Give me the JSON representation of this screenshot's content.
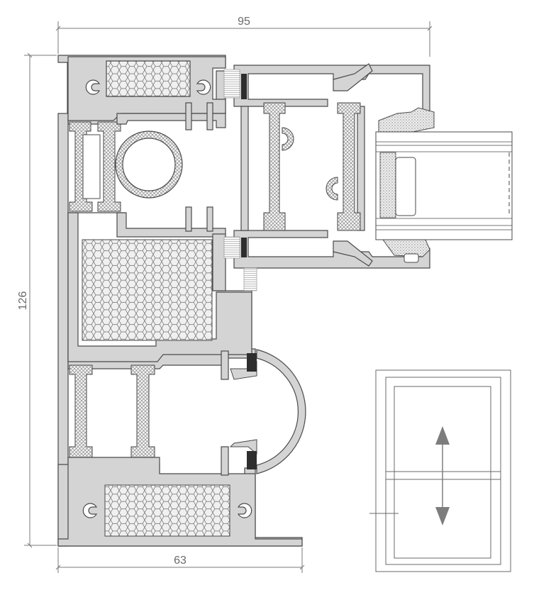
{
  "dimensions": {
    "top_width": "95",
    "height": "126",
    "bottom_width": "63"
  },
  "colors": {
    "profile_fill": "#d4d4d4",
    "profile_stroke": "#4a4a4a",
    "insulation_fill": "#ececec",
    "dimension_line": "#7a7a7a",
    "arrow": "#7d7d7d",
    "background": "#ffffff"
  },
  "icons": {
    "opening_direction": "vertical-double-arrow-icon"
  }
}
